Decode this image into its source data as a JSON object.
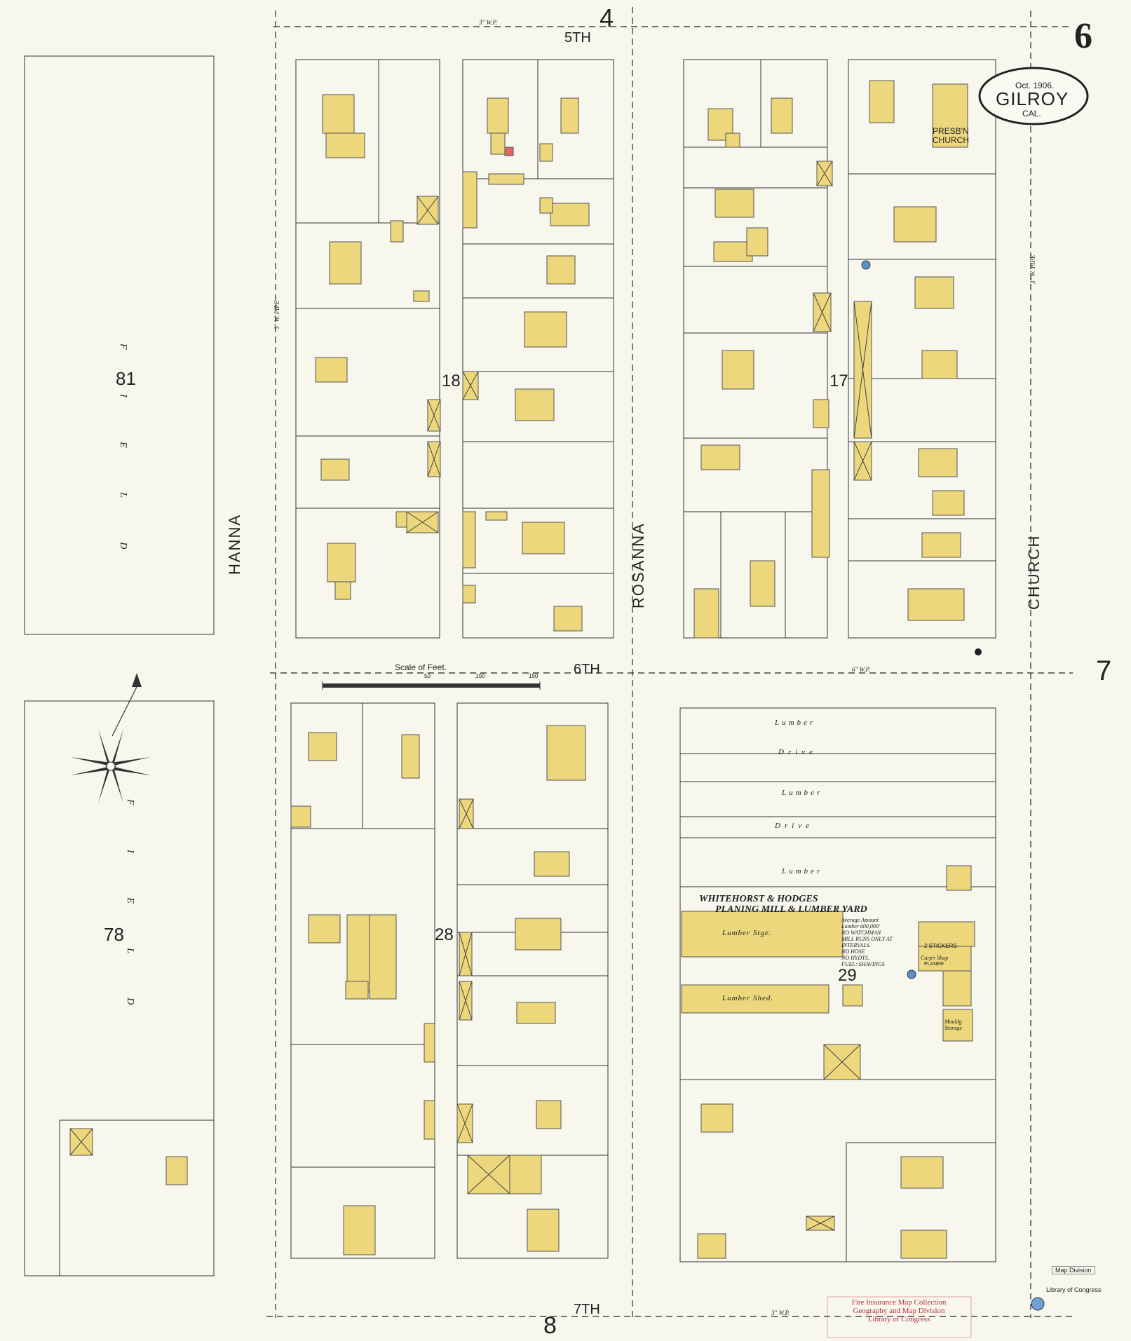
{
  "sheet_number": "6",
  "adjacent_sheets": {
    "north": "4",
    "east": "7",
    "south": "8"
  },
  "title_cartouche": {
    "date": "Oct. 1906.",
    "city": "GILROY",
    "state": "CAL."
  },
  "streets": {
    "fifth": "5TH",
    "sixth": "6TH",
    "seventh": "7TH",
    "hanna": "HANNA",
    "rosanna": "ROSANNA",
    "church": "CHURCH"
  },
  "blocks": {
    "b81": "81",
    "b78": "78",
    "b18": "18",
    "b17": "17",
    "b28": "28",
    "b29": "29"
  },
  "fields": {
    "field_north": "F I E L D",
    "field_south": "F I E L D"
  },
  "scale": {
    "label": "Scale of Feet.",
    "ticks": [
      "50",
      "100",
      "150"
    ]
  },
  "lumber_yard": {
    "rows": [
      "Lumber",
      "Drive",
      "Lumber",
      "Drive",
      "Lumber"
    ],
    "name_line1": "WHITEHORST & HODGES",
    "name_line2": "PLANING MILL & LUMBER YARD",
    "notes": [
      "Average Amount",
      "Lumber 600,000'",
      "NO WATCHMAN",
      "MILL RUNS ONLY AT",
      "INTERVALS.",
      "NO HOSE",
      "NO HYDTS.",
      "FUEL: SHAVINGS"
    ],
    "lumber_stge": "Lumber Stge.",
    "lumber_shed": "Lumber Shed.",
    "mill_labels": [
      "2 STICKERS",
      "Carp'r Shop",
      "PLANER"
    ],
    "mouldg_storage": "Mouldg Storage"
  },
  "church": {
    "line1": "PRESB'N",
    "line2": "CHURCH"
  },
  "stamp": {
    "line1": "Fire Insurance Map Collection",
    "line2": "Geography and Map Division",
    "line3": "Library of Congress"
  },
  "loc_label": "Library of Congress",
  "map_division": "Map Division",
  "pipe_labels": {
    "hanna": "3\" W. PIPE",
    "church": "3\" W. PIPE",
    "fifth": "3\" W.P.",
    "sixth": "6\" W.P.",
    "seventh": "3\" W.P."
  },
  "colors": {
    "frame_building": "#ecd77c",
    "paper": "#f8f7ee",
    "stamp_red": "#b3303a",
    "ink": "#222222"
  }
}
